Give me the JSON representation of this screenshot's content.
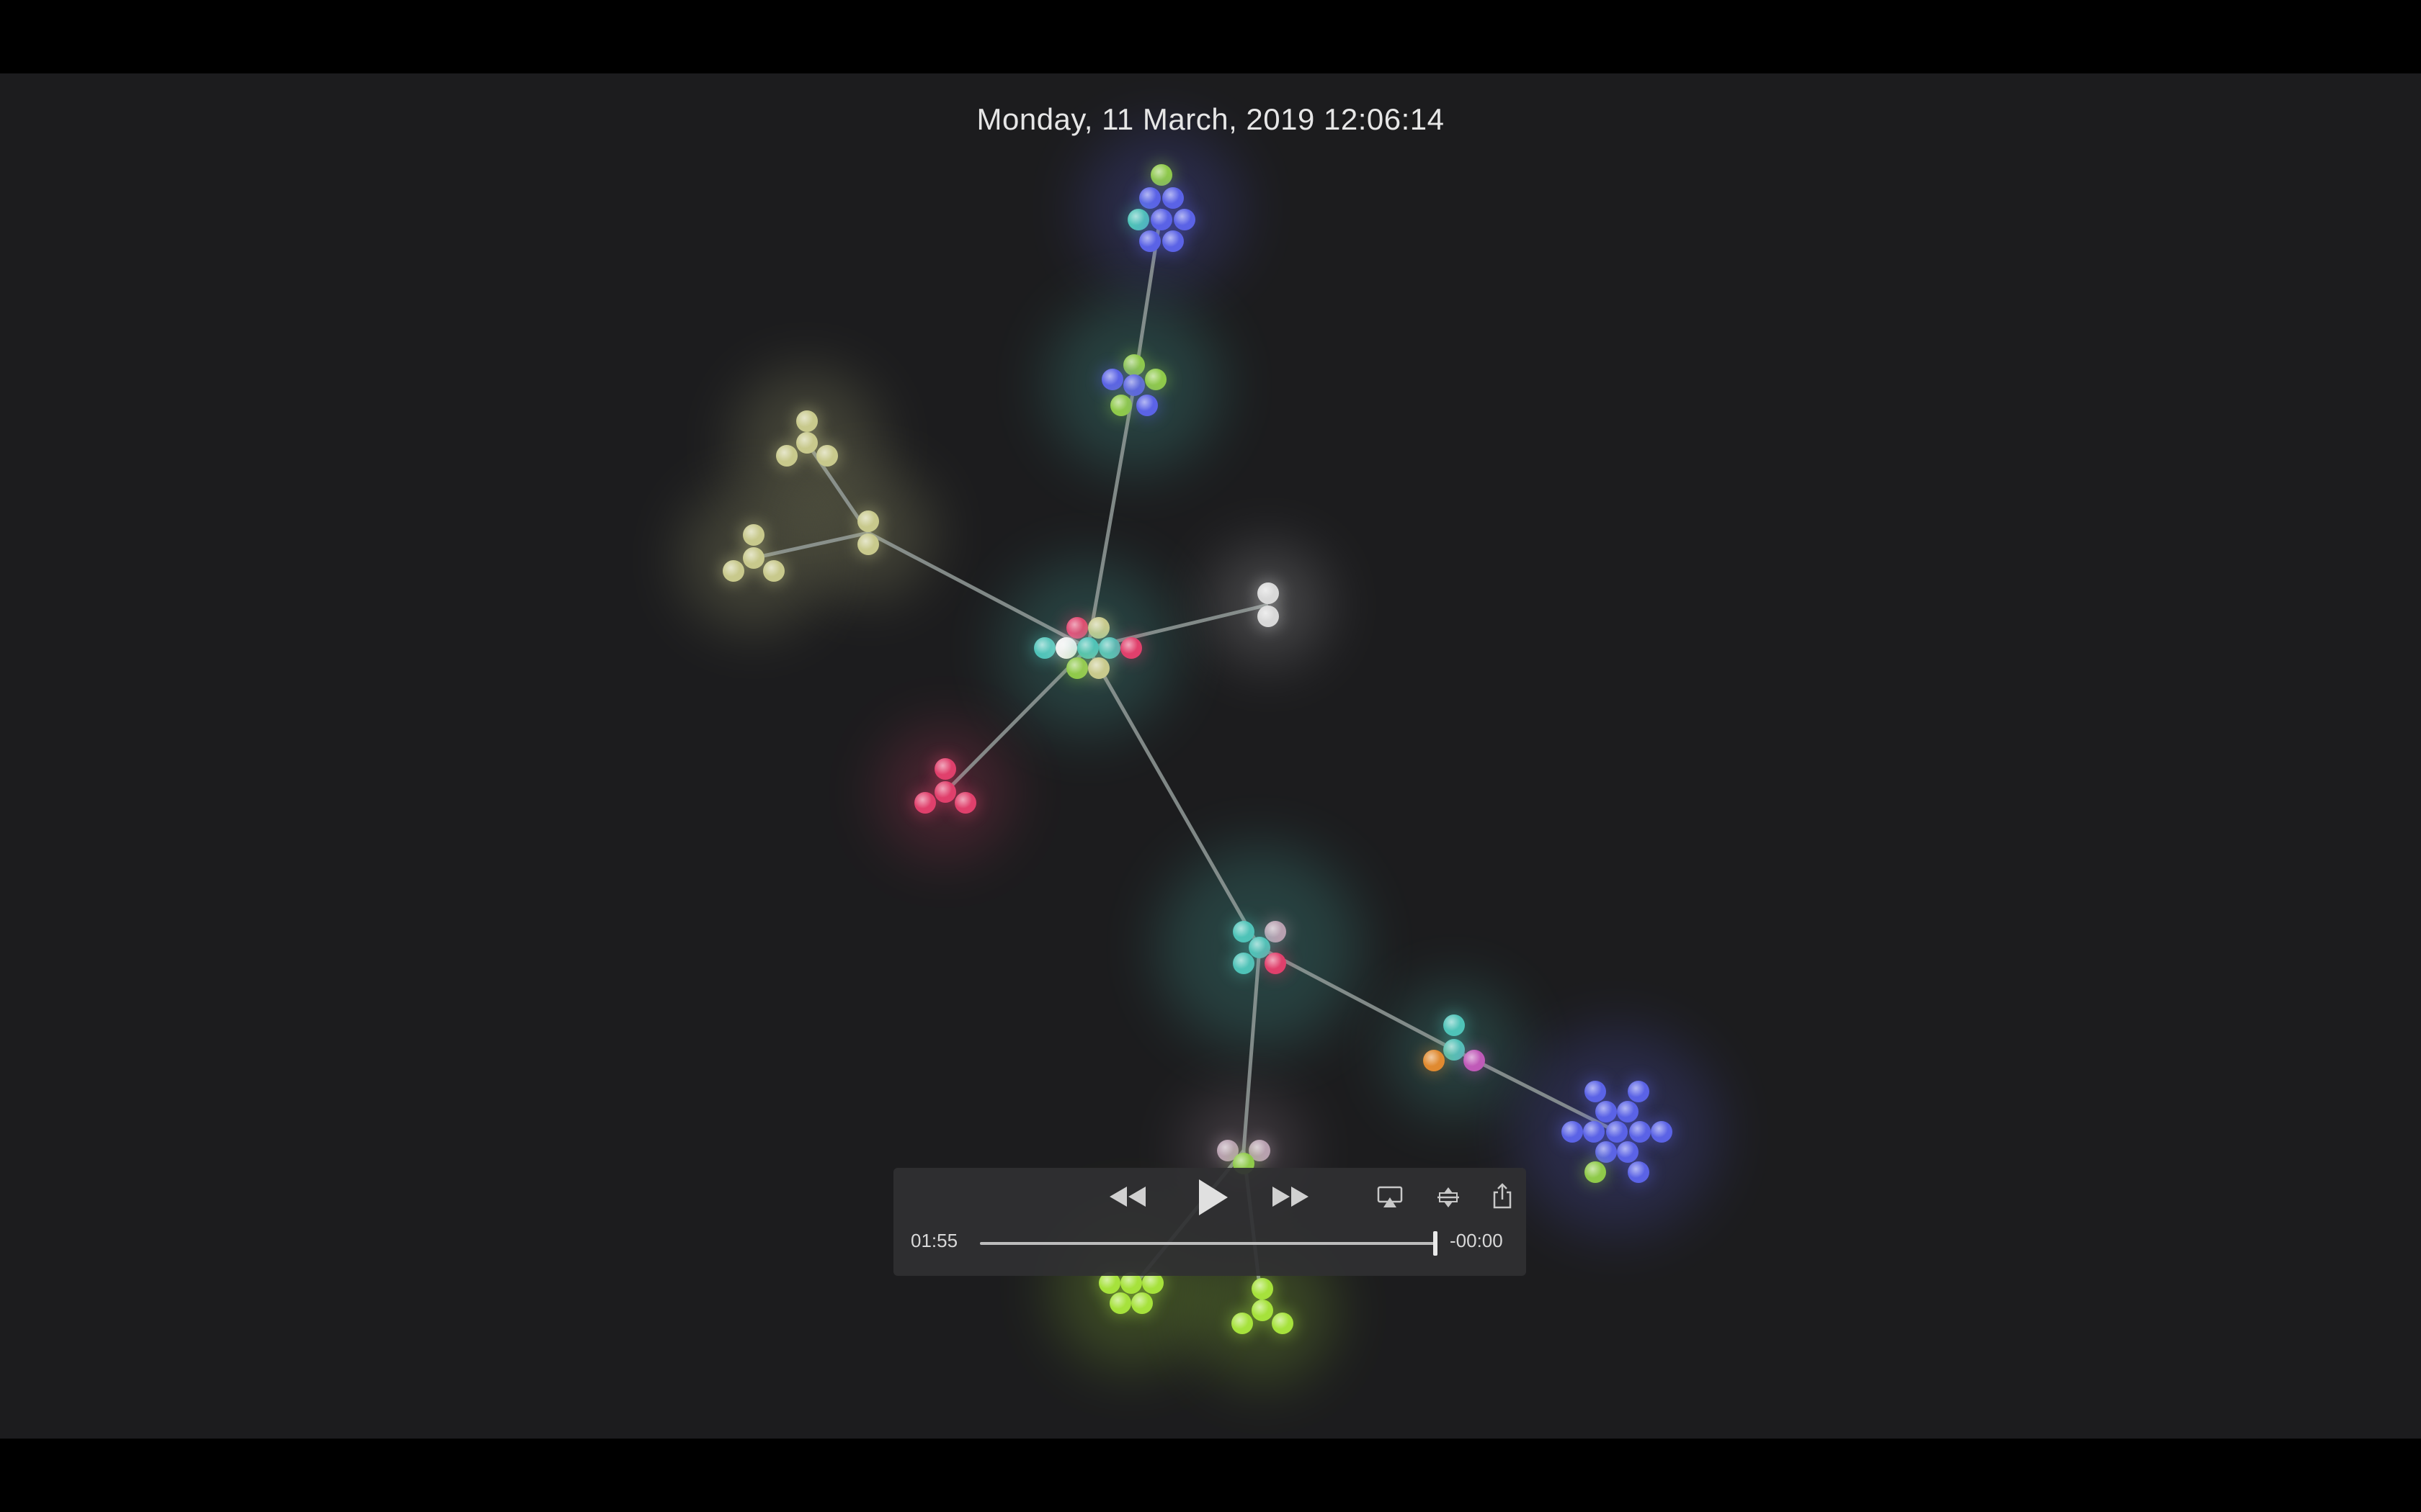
{
  "player": {
    "timestamp": "Monday, 11 March, 2019 12:06:14",
    "elapsed": "01:55",
    "remaining": "-00:00",
    "progress": 1.0,
    "buttons": {
      "rewind": "rewind-icon",
      "play": "play-icon",
      "fast_forward": "fast-forward-icon",
      "airplay": "airplay-icon",
      "pip": "picture-in-picture-icon",
      "share": "share-icon"
    }
  },
  "colors": {
    "blue": "#5b63e6",
    "teal": "#4fc3b8",
    "green": "#8fca4a",
    "lime": "#a6e23c",
    "khaki": "#c8c98c",
    "pink": "#e0406c",
    "white": "#f0f0f0",
    "grey": "#d8d8d8",
    "mauve": "#b8a0b0",
    "orange": "#e08a30",
    "magenta": "#c05ab8",
    "background": "#1c1c1e"
  }
}
